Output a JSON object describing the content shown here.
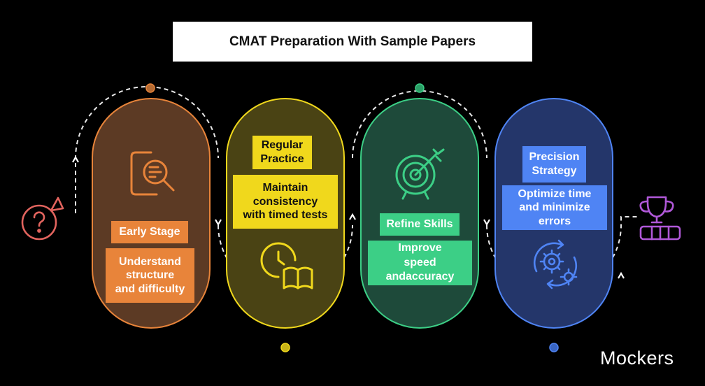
{
  "title": "CMAT Preparation With Sample Papers",
  "brand": "Mockers",
  "colors": {
    "stage1": "#e8843a",
    "stage2": "#f0d81c",
    "stage3": "#3ccf86",
    "stage4": "#4f84f4",
    "start_icon": "#e2645e",
    "trophy": "#b058d8"
  },
  "stages": [
    {
      "heading": [
        "Early Stage"
      ],
      "description": [
        "Understand",
        "structure",
        "and difficulty"
      ],
      "icon": "document-search-icon"
    },
    {
      "heading": [
        "Regular",
        "Practice"
      ],
      "description": [
        "Maintain",
        "consistency",
        "with timed tests"
      ],
      "icon": "clock-book-icon"
    },
    {
      "heading": [
        "Refine Skills"
      ],
      "description": [
        "Improve",
        "speed",
        "andaccuracy"
      ],
      "icon": "target-arrow-icon"
    },
    {
      "heading": [
        "Precision",
        "Strategy"
      ],
      "description": [
        "Optimize time",
        "and minimize",
        "errors"
      ],
      "icon": "gears-cycle-icon"
    }
  ],
  "start_icon": "question-head-icon",
  "end_icon": "trophy-icon"
}
